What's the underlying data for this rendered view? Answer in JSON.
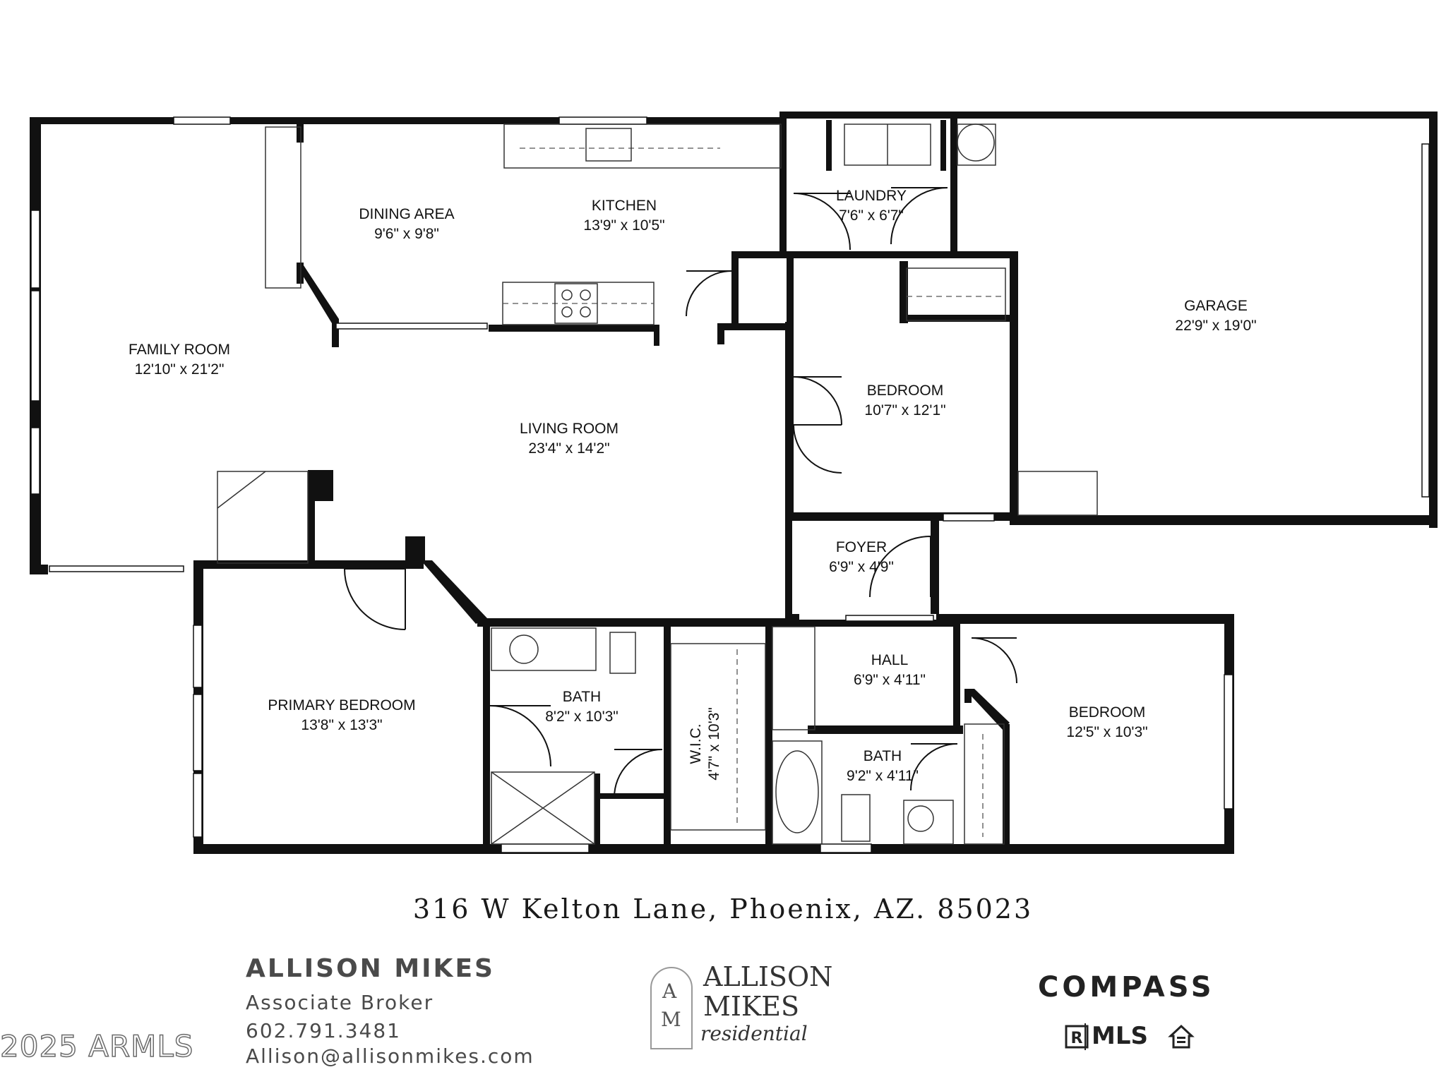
{
  "rooms": {
    "family_room": {
      "name": "FAMILY ROOM",
      "dims": "12'10\" x 21'2\""
    },
    "dining_area": {
      "name": "DINING AREA",
      "dims": "9'6\" x 9'8\""
    },
    "kitchen": {
      "name": "KITCHEN",
      "dims": "13'9\" x 10'5\""
    },
    "laundry": {
      "name": "LAUNDRY",
      "dims": "7'6\" x 6'7\""
    },
    "garage": {
      "name": "GARAGE",
      "dims": "22'9\" x 19'0\""
    },
    "bedroom_center": {
      "name": "BEDROOM",
      "dims": "10'7\" x 12'1\""
    },
    "living_room": {
      "name": "LIVING ROOM",
      "dims": "23'4\" x 14'2\""
    },
    "foyer": {
      "name": "FOYER",
      "dims": "6'9\" x 4'9\""
    },
    "primary_bedroom": {
      "name": "PRIMARY BEDROOM",
      "dims": "13'8\" x 13'3\""
    },
    "bath_primary": {
      "name": "BATH",
      "dims": "8'2\" x 10'3\""
    },
    "wic": {
      "name": "W.I.C.",
      "dims": "4'7\" x 10'3\""
    },
    "hall": {
      "name": "HALL",
      "dims": "6'9\" x 4'11\""
    },
    "bath_hall": {
      "name": "BATH",
      "dims": "9'2\" x 4'11\""
    },
    "bedroom_right": {
      "name": "BEDROOM",
      "dims": "12'5\" x 10'3\""
    }
  },
  "address": "316 W Kelton Lane, Phoenix, AZ. 85023",
  "agent": {
    "name": "ALLISON MIKES",
    "title": "Associate Broker",
    "phone": "602.791.3481",
    "email": "Allison@allisonmikes.com"
  },
  "brand": {
    "monogram_a": "A",
    "monogram_m": "M",
    "line1": "ALLISON",
    "line2": "MIKES",
    "script": "residential"
  },
  "compass_logo": "COMPASS",
  "mls_logo": "MLS",
  "watermark": "2025 ARMLS",
  "icons": [
    "realtor-icon",
    "equal-housing-icon"
  ]
}
